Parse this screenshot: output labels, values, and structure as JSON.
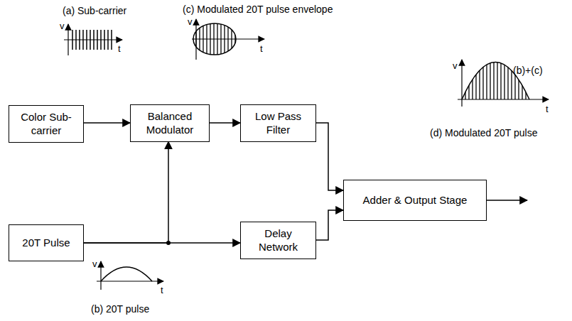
{
  "diagram": {
    "nodes": [
      {
        "text": [
          "Color Sub-carrier"
        ]
      },
      {
        "text": [
          "Balanced Modulator"
        ]
      },
      {
        "text": [
          "Low Pass Filter"
        ]
      },
      {
        "text": [
          "Adder & Output Stage"
        ]
      },
      {
        "text": [
          "20T Pulse"
        ]
      },
      {
        "text": [
          "Delay Network"
        ]
      }
    ],
    "edges": [
      {
        "from": 0,
        "to": 1,
        "arrow": "to"
      },
      {
        "from": 1,
        "to": 2,
        "arrow": "to"
      },
      {
        "from": 2,
        "to": 3,
        "arrow": "to"
      },
      {
        "from": 4,
        "to": 1,
        "arrow": "to"
      },
      {
        "from": 4,
        "to": 5,
        "arrow": "to"
      },
      {
        "from": 5,
        "to": 3,
        "arrow": "to"
      }
    ],
    "labels": [
      "(a) Sub-carrier",
      "v",
      "t",
      "(c) Modulated 20T pulse envelope",
      "v",
      "t",
      "(b)+(c)",
      "v",
      "t",
      "(d) Modulated 20T pulse",
      "v",
      "t",
      "(b) 20T pulse"
    ]
  }
}
